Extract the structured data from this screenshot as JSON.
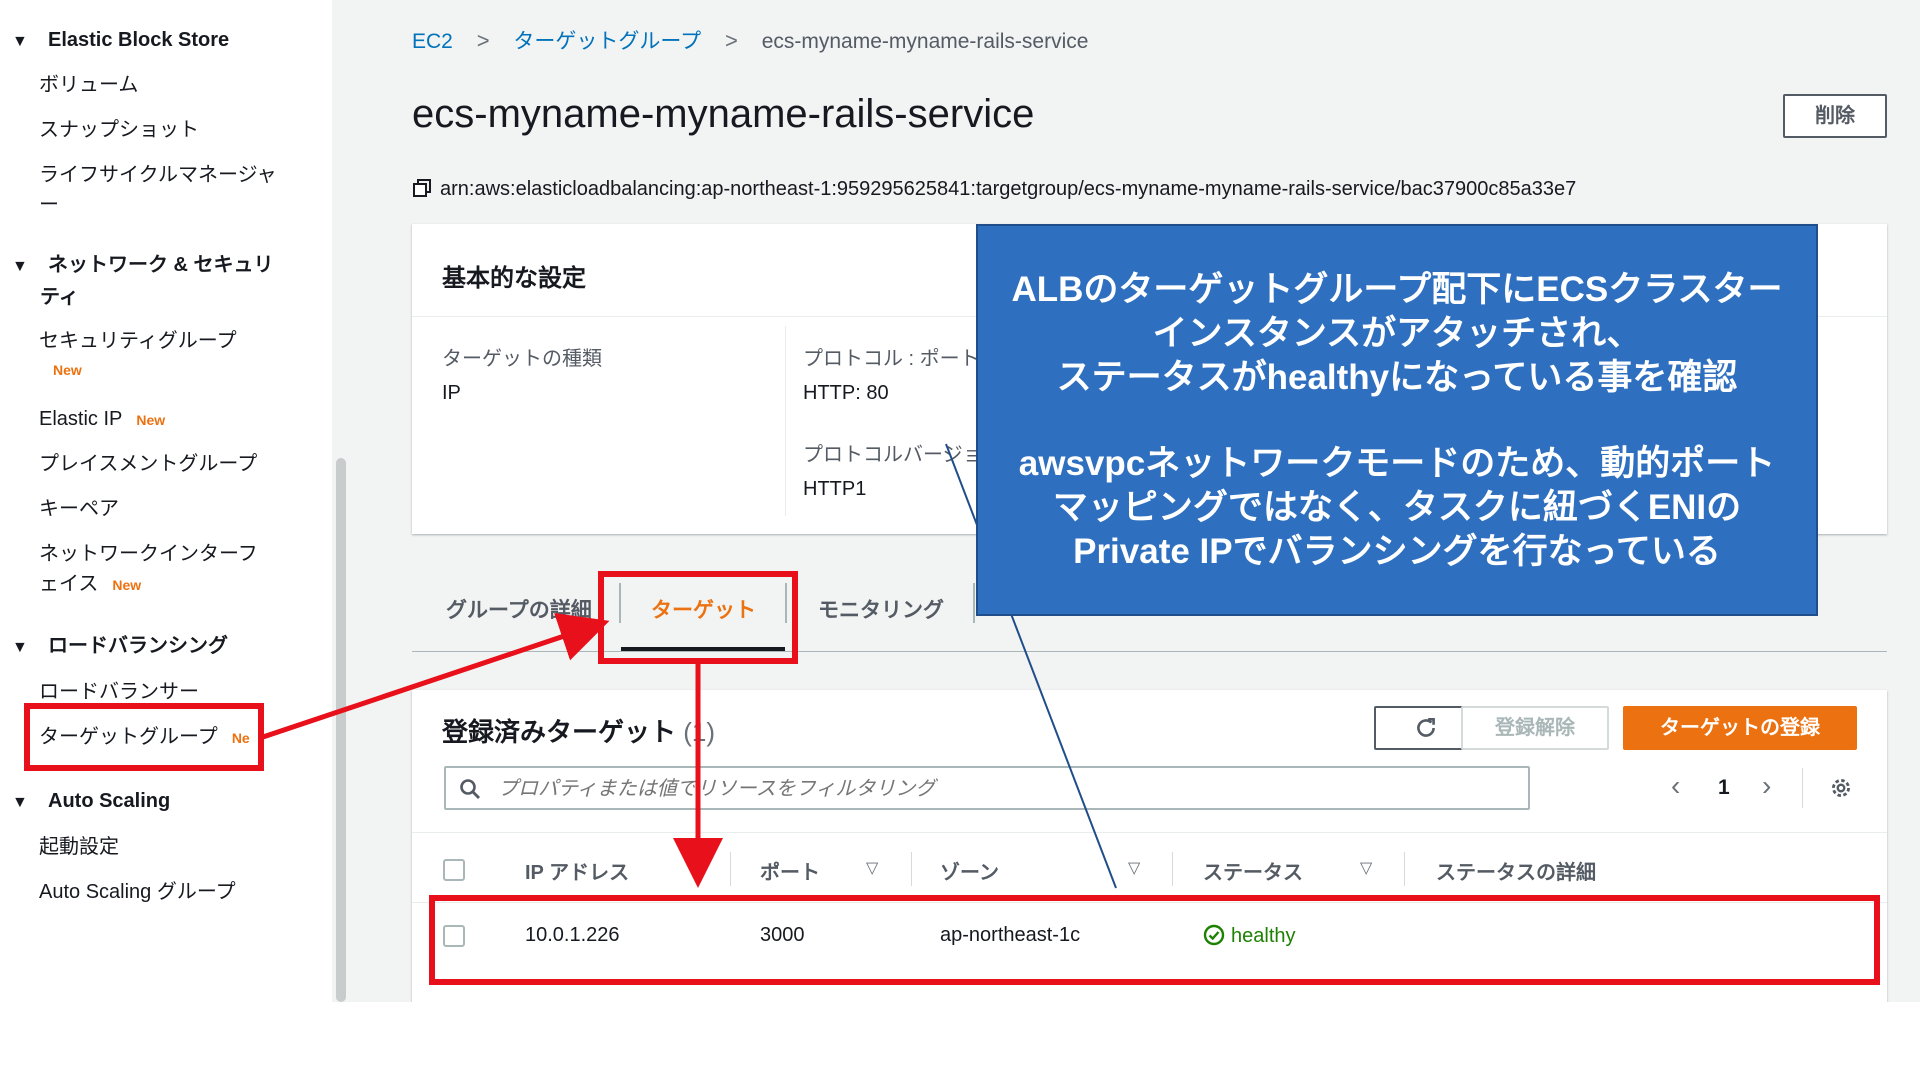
{
  "sidebar": {
    "sections": [
      {
        "title": "Elastic Block Store"
      },
      {
        "title_line1": "ネットワーク & セキュリ",
        "title_line2": "ティ"
      },
      {
        "title": "ロードバランシング"
      },
      {
        "title": "Auto Scaling"
      }
    ],
    "items": {
      "volumes": "ボリューム",
      "snapshots": "スナップショット",
      "lifecycle_line1": "ライフサイクルマネージャ",
      "lifecycle_line2": "ー",
      "security_groups": "セキュリティグループ",
      "elastic_ip": "Elastic IP",
      "placement_groups": "プレイスメントグループ",
      "key_pairs": "キーペア",
      "network_interfaces_line1": "ネットワークインターフ",
      "network_interfaces_line2": "ェイス",
      "load_balancers": "ロードバランサー",
      "target_groups": "ターゲットグループ",
      "target_groups_badge": "Ne",
      "launch_configurations": "起動設定",
      "auto_scaling_groups": "Auto Scaling グループ"
    },
    "new_badge": "New"
  },
  "breadcrumb": {
    "items": [
      "EC2",
      "ターゲットグループ",
      "ecs-myname-myname-rails-service"
    ]
  },
  "header": {
    "title": "ecs-myname-myname-rails-service",
    "delete_button": "削除",
    "arn": "arn:aws:elasticloadbalancing:ap-northeast-1:959295625841:targetgroup/ecs-myname-myname-rails-service/bac37900c85a33e7"
  },
  "basic_settings": {
    "title": "基本的な設定",
    "target_type_label": "ターゲットの種類",
    "target_type_value": "IP",
    "protocol_port_label": "プロトコル : ポート",
    "protocol_port_value": "HTTP: 80",
    "protocol_version_label": "プロトコルバージョン",
    "protocol_version_value": "HTTP1"
  },
  "tabs": [
    "グループの詳細",
    "ターゲット",
    "モニタリング"
  ],
  "targets": {
    "title": "登録済みターゲット",
    "count": "(1)",
    "deregister_button": "登録解除",
    "register_button": "ターゲットの登録",
    "search_placeholder": "プロパティまたは値でリソースをフィルタリング",
    "page_number": "1",
    "columns": [
      "IP アドレス",
      "ポート",
      "ゾーン",
      "ステータス",
      "ステータスの詳細"
    ],
    "rows": [
      {
        "ip": "10.0.1.226",
        "port": "3000",
        "zone": "ap-northeast-1c",
        "status": "healthy",
        "status_detail": ""
      }
    ]
  },
  "annotation": {
    "line1": "ALBのターゲットグループ配下にECSクラスター",
    "line2": "インスタンスがアタッチされ、",
    "line3": "ステータスがhealthyになっている事を確認",
    "line4": "awsvpcネットワークモードのため、動的ポート",
    "line5": "マッピングではなく、タスクに紐づくENIの",
    "line6": "Private IPでバランシングを行なっている"
  },
  "colors": {
    "link": "#0073bb",
    "primary": "#ec7211",
    "healthy": "#1d8102",
    "annotation_bg": "#2e6fbf",
    "highlight": "#e8101a"
  }
}
